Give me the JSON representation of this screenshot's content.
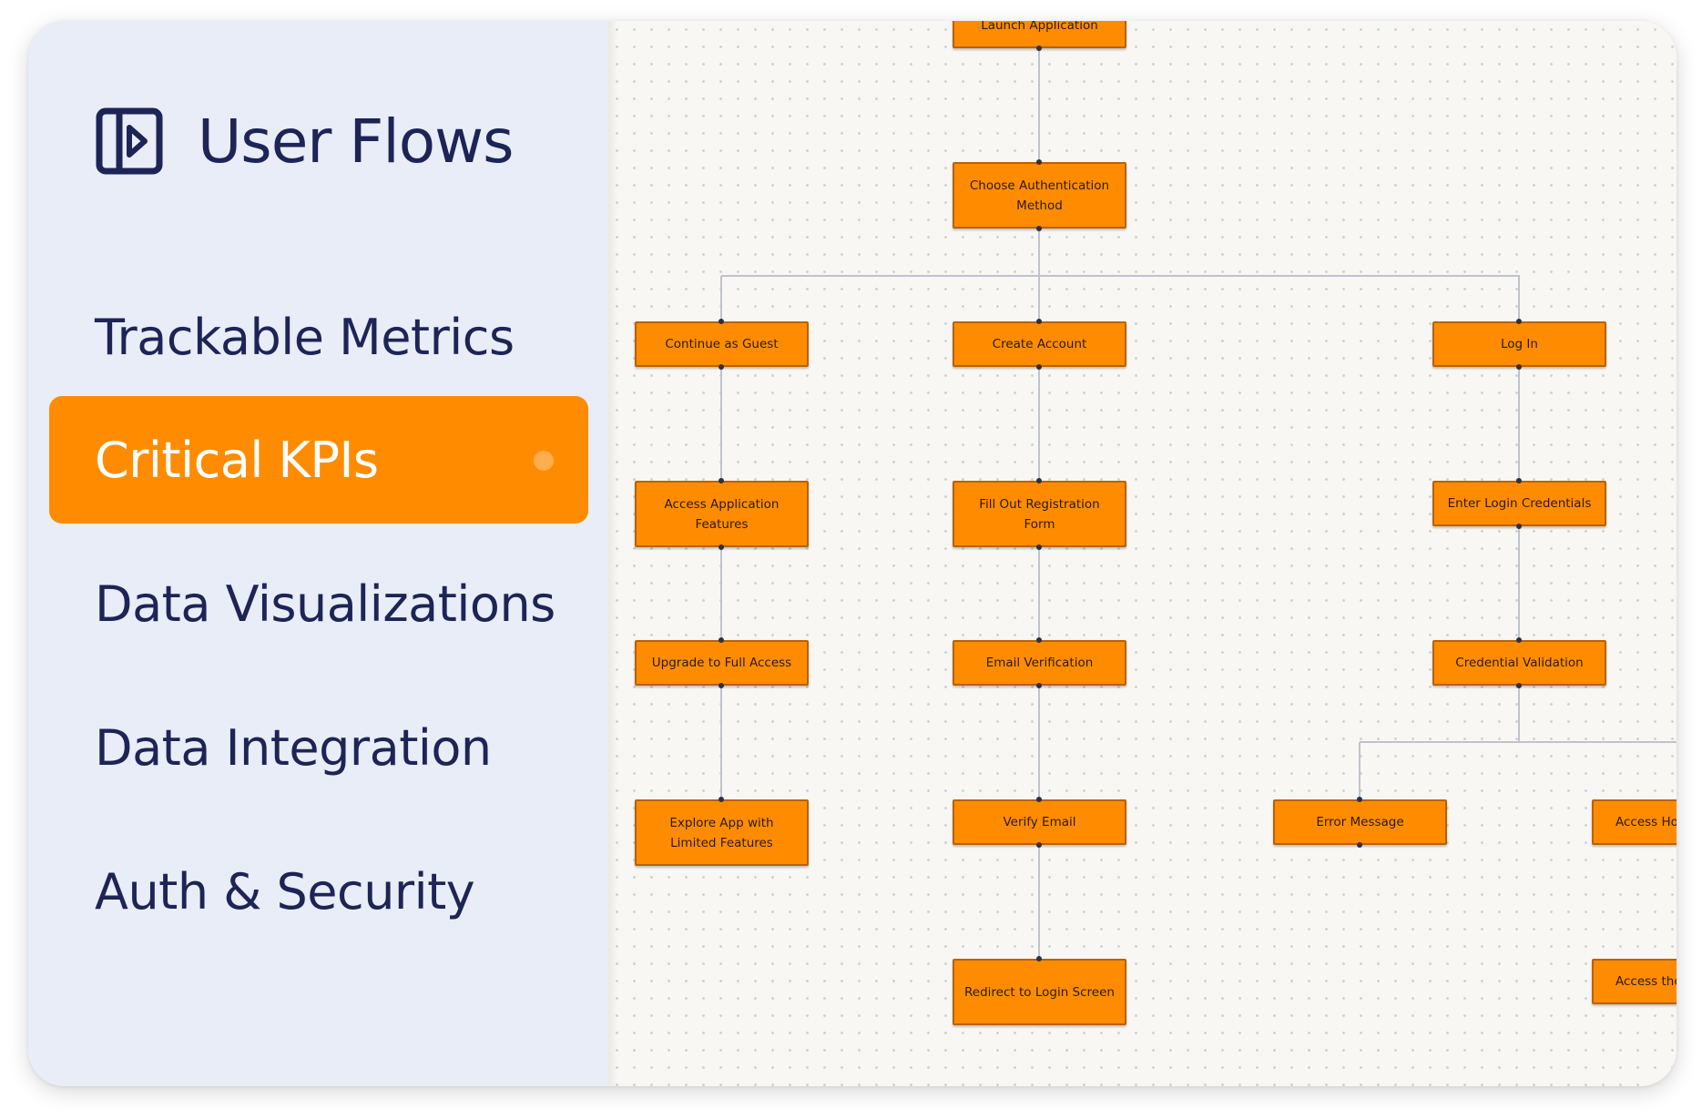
{
  "sidebar": {
    "title": "User Flows",
    "items": [
      {
        "label": "Trackable Metrics",
        "active": false
      },
      {
        "label": "Critical KPIs",
        "active": true
      },
      {
        "label": "Data Visualizations",
        "active": false
      },
      {
        "label": "Data Integration",
        "active": false
      },
      {
        "label": "Auth & Security",
        "active": false
      }
    ]
  },
  "colors": {
    "accent": "#ff8c00",
    "sidebar_bg": "#e9edf7",
    "text_dark": "#1d2456",
    "canvas_bg": "#f8f7f4"
  },
  "flowchart": {
    "nodes": [
      {
        "id": "launch",
        "label": "Launch Application"
      },
      {
        "id": "choose",
        "label": "Choose Authentication Method"
      },
      {
        "id": "guest",
        "label": "Continue as Guest"
      },
      {
        "id": "create",
        "label": "Create Account"
      },
      {
        "id": "login",
        "label": "Log In"
      },
      {
        "id": "access",
        "label": "Access Application Features"
      },
      {
        "id": "form",
        "label": "Fill Out Registration Form"
      },
      {
        "id": "creds",
        "label": "Enter Login Credentials"
      },
      {
        "id": "upgrade",
        "label": "Upgrade to Full Access"
      },
      {
        "id": "email",
        "label": "Email Verification"
      },
      {
        "id": "validate",
        "label": "Credential Validation"
      },
      {
        "id": "explore",
        "label": "Explore App with Limited Features"
      },
      {
        "id": "verify",
        "label": "Verify Email"
      },
      {
        "id": "error",
        "label": "Error Message"
      },
      {
        "id": "home",
        "label": "Access Ho"
      },
      {
        "id": "redirect",
        "label": "Redirect to Login Screen"
      },
      {
        "id": "accessthe",
        "label": "Access the"
      }
    ],
    "edges": [
      [
        "launch",
        "choose"
      ],
      [
        "choose",
        "guest"
      ],
      [
        "choose",
        "create"
      ],
      [
        "choose",
        "login"
      ],
      [
        "guest",
        "access"
      ],
      [
        "access",
        "upgrade"
      ],
      [
        "upgrade",
        "explore"
      ],
      [
        "create",
        "form"
      ],
      [
        "form",
        "email"
      ],
      [
        "email",
        "verify"
      ],
      [
        "verify",
        "redirect"
      ],
      [
        "login",
        "creds"
      ],
      [
        "creds",
        "validate"
      ],
      [
        "validate",
        "error"
      ],
      [
        "validate",
        "home"
      ]
    ]
  }
}
